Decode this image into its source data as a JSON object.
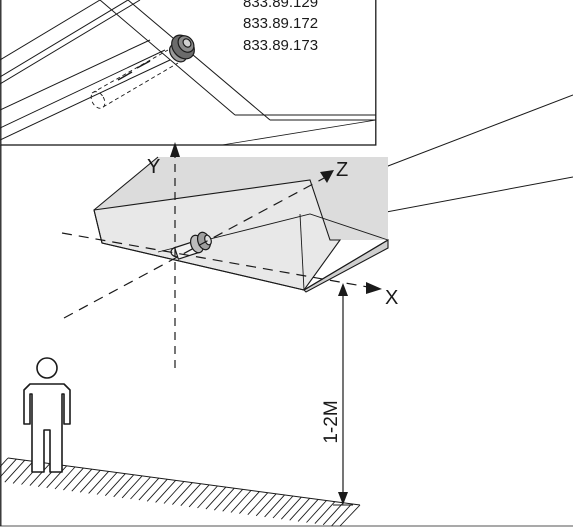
{
  "inset": {
    "part_numbers": [
      "833.89.129",
      "833.89.172",
      "833.89.173"
    ]
  },
  "axes": {
    "x_label": "X",
    "y_label": "Y",
    "z_label": "Z"
  },
  "mounting": {
    "height_label": "1-2M"
  },
  "colors": {
    "line": "#1a1a1a",
    "block_front": "#e6e6e6",
    "block_top": "#d9d9d9",
    "shadow_panel": "#d4d4d4",
    "background": "#ffffff"
  }
}
